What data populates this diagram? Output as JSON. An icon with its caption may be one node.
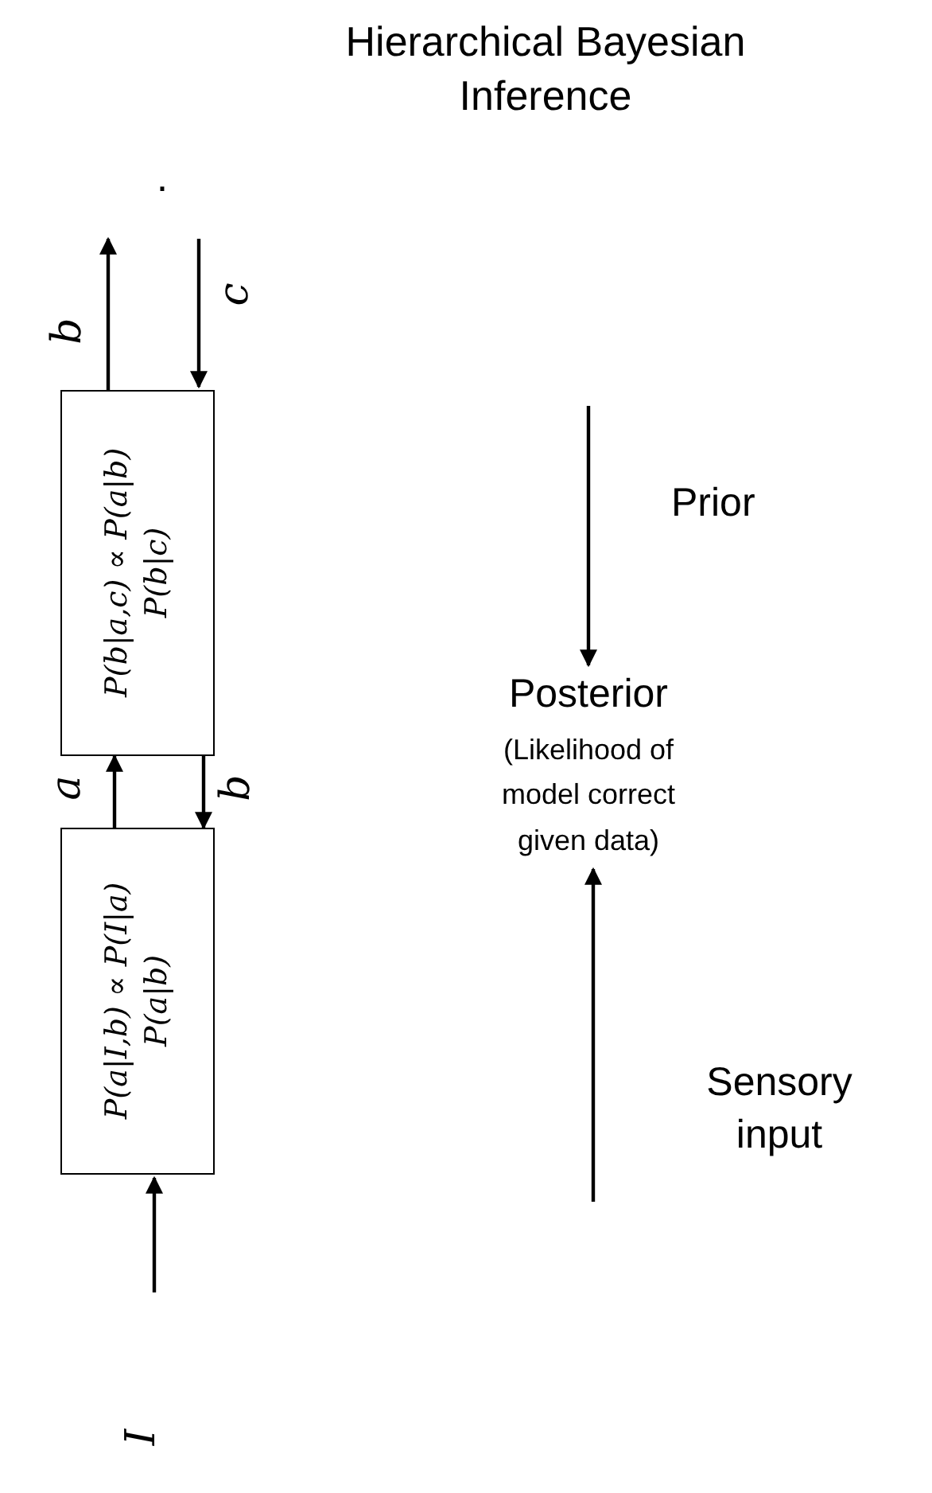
{
  "diagram": {
    "title": "Hierarchical Bayesian Inference",
    "nodes": [
      {
        "text": [
          "P(b|a,c) ∝ P(a|b) P(b|c)"
        ]
      },
      {
        "text": [
          "P(a|I,b) ∝ P(I|a) P(a|b)"
        ]
      },
      {
        "text": [
          "Posterior",
          "(Likelihood of model correct given data)"
        ]
      }
    ],
    "edges": [
      {
        "from": 0,
        "to": null,
        "arrow": "to",
        "label": "b"
      },
      {
        "from": null,
        "to": 0,
        "arrow": "to",
        "label": "c"
      },
      {
        "from": 1,
        "to": 0,
        "arrow": "to",
        "label": "a"
      },
      {
        "from": 0,
        "to": 1,
        "arrow": "to",
        "label": "b"
      },
      {
        "from": null,
        "to": 1,
        "arrow": "to",
        "label": "I"
      },
      {
        "from": null,
        "to": 2,
        "arrow": "to"
      },
      {
        "from": null,
        "to": 2,
        "arrow": "to"
      }
    ],
    "labels": [
      ".",
      "Prior",
      "Sensory input"
    ]
  }
}
